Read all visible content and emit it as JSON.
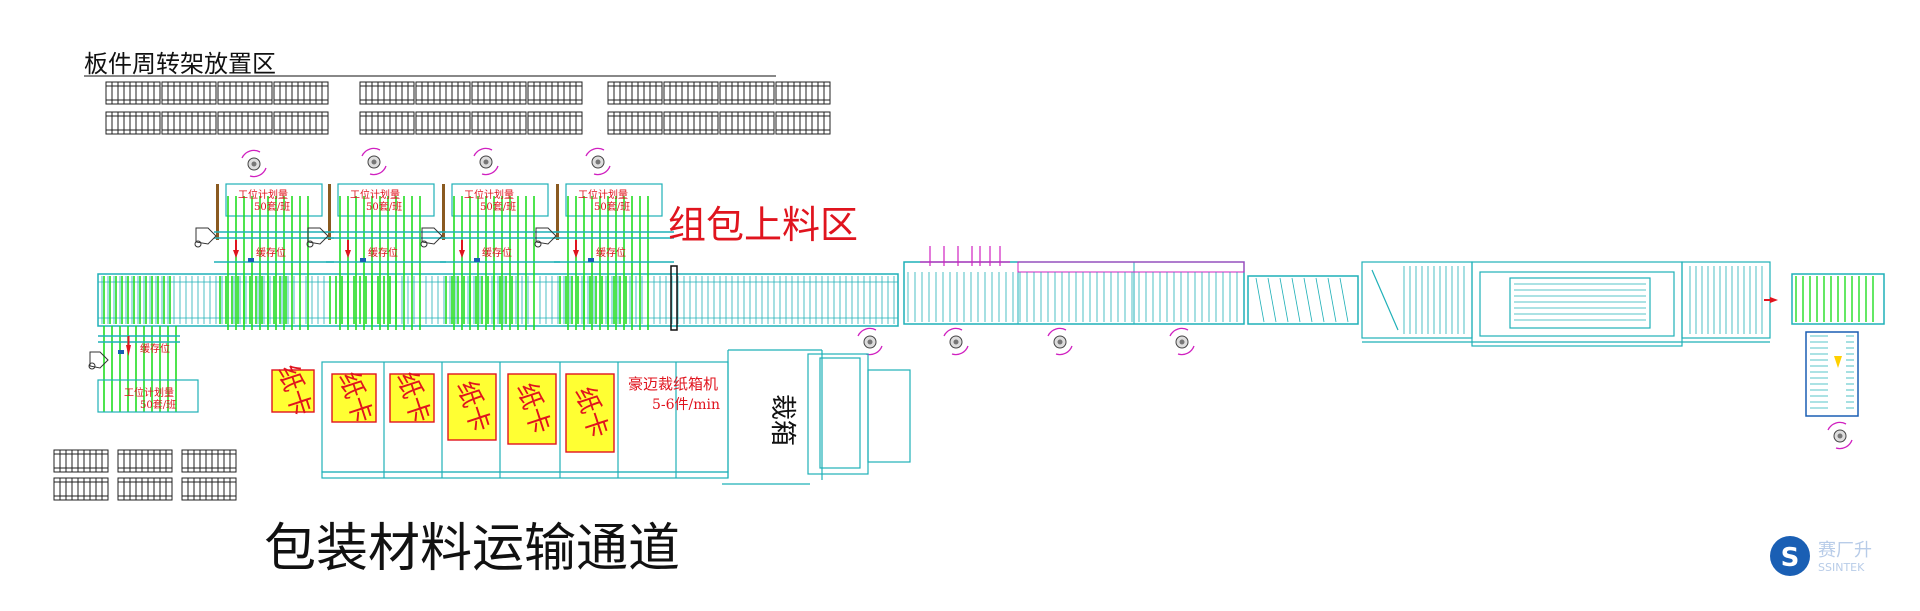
{
  "labels": {
    "rack_area": "板件周转架放置区",
    "pack_area": "组包上料区",
    "channel": "包装材料运输通道",
    "machine_name": "豪迈裁纸箱机",
    "machine_speed": "5-6件/min",
    "cut_box": "裁箱",
    "buffer": "缓存位",
    "plan_line1": "工位计划量",
    "plan_line2": "50套/班",
    "cardboard": "纸卡"
  },
  "logo": {
    "text": "赛厂升",
    "subtext": "SSINTEK"
  },
  "colors": {
    "conveyor": "#1fb0b8",
    "roller_green": "#22dd22",
    "label_red": "#e0141e",
    "card_fill": "#ffff33",
    "card_border": "#e0141e",
    "robot_magenta": "#d020c0",
    "rack": "#222222",
    "logo_blue": "#1a5fb4"
  }
}
